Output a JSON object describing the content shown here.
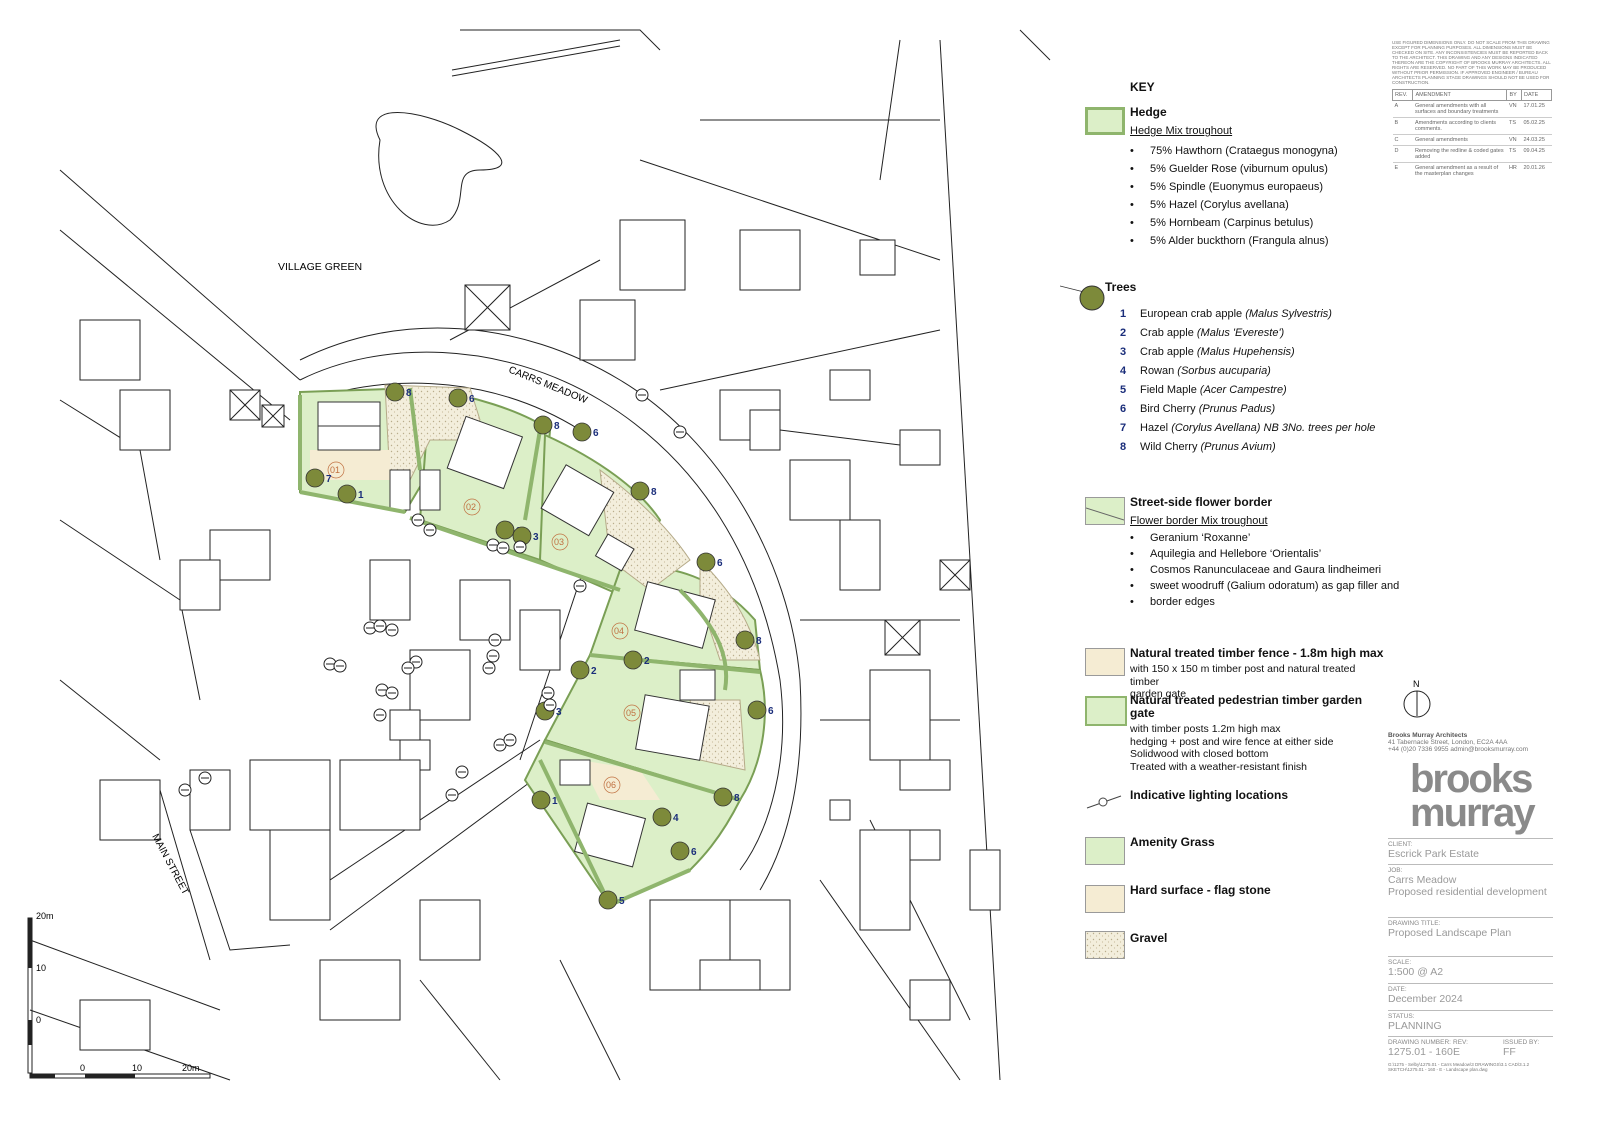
{
  "map": {
    "village_green": "VILLAGE GREEN",
    "carrs_meadow": "CARRS MEADOW",
    "main_street": "MAIN STREET",
    "scale_v": [
      "20m",
      "10",
      "0"
    ],
    "scale_h": [
      "0",
      "10",
      "20m"
    ],
    "plots": [
      "01",
      "02",
      "03",
      "04",
      "05",
      "06"
    ],
    "tree_labels": [
      "8",
      "6",
      "8",
      "6",
      "8",
      "7",
      "1",
      "2",
      "3",
      "6",
      "8",
      "2",
      "2",
      "3",
      "6",
      "1",
      "4",
      "6",
      "5"
    ]
  },
  "key": {
    "title": "KEY",
    "hedge": {
      "heading": "Hedge",
      "mix": "Hedge Mix troughout",
      "items": [
        "75% Hawthorn (Crataegus monogyna)",
        "5% Guelder Rose (viburnum opulus)",
        "5% Spindle (Euonymus europaeus)",
        "5% Hazel (Corylus avellana)",
        "5% Hornbeam (Carpinus betulus)",
        "5% Alder buckthorn (Frangula alnus)"
      ]
    },
    "trees": {
      "heading": "Trees",
      "items": [
        {
          "n": "1",
          "name": "European crab apple ",
          "latin": "(Malus Sylvestris)"
        },
        {
          "n": "2",
          "name": "Crab apple ",
          "latin": "(Malus 'Evereste')"
        },
        {
          "n": "3",
          "name": "Crab apple ",
          "latin": "(Malus Hupehensis)"
        },
        {
          "n": "4",
          "name": "Rowan ",
          "latin": "(Sorbus aucuparia)"
        },
        {
          "n": "5",
          "name": "Field Maple ",
          "latin": "(Acer Campestre)"
        },
        {
          "n": "6",
          "name": "Bird Cherry ",
          "latin": "(Prunus Padus)"
        },
        {
          "n": "7",
          "name": "Hazel ",
          "latin": "(Corylus Avellana) NB 3No. trees per hole"
        },
        {
          "n": "8",
          "name": "Wild Cherry ",
          "latin": "(Prunus Avium)"
        }
      ]
    },
    "flower": {
      "heading": "Street-side flower border",
      "mix": "Flower border Mix troughout",
      "items": [
        "Geranium ‘Roxanne’",
        "Aquilegia and Hellebore ‘Orientalis’",
        "Cosmos Ranunculaceae and Gaura lindheimeri",
        "sweet woodruff (Galium odoratum) as gap filler and",
        "border edges"
      ]
    },
    "fence": {
      "heading": "Natural treated timber fence - 1.8m high max",
      "desc": [
        "with 150 x 150 m timber post and  natural treated timber",
        "garden gate"
      ]
    },
    "gate": {
      "heading": [
        "Natural treated pedestrian timber garden",
        "gate"
      ],
      "desc": [
        "with timber posts 1.2m high max",
        "hedging + post and wire fence at either side",
        "Solidwood with closed bottom",
        "Treated with a weather-resistant finish"
      ]
    },
    "lighting": "Indicative lighting locations",
    "grass": "Amenity Grass",
    "hard": "Hard surface - flag stone",
    "gravel": "Gravel"
  },
  "titleblock": {
    "notes": "USE FIGURED DIMENSIONS ONLY. DO NOT SCALE FROM THIS DRAWING EXCEPT FOR PLANNING PURPOSES. ALL DIMENSIONS MUST BE CHECKED ON SITE. ANY INCONSISTENCIES MUST BE REPORTED BACK TO THE ARCHITECT. THIS DRAWING AND ANY DESIGNS INDICATED THEREON ARE THE COPYRIGHT OF BROOKS MURRAY ARCHITECTS. ALL RIGHTS ARE RESERVED. NO PART OF THIS WORK MAY BE PRODUCED WITHOUT PRIOR PERMISSION. IF APPROVED ENGINEER / BUREAU ARCHITECTS PLANNING STAGE DRAWINGS SHOULD NOT BE USED FOR CONSTRUCTION.",
    "rev_header": [
      "REV.",
      "AMENDMENT",
      "BY",
      "DATE"
    ],
    "revisions": [
      [
        "A",
        "General amendments with all surfaces and boundary treatments",
        "VN",
        "17.01.25"
      ],
      [
        "B",
        "Amendments according to clients comments.",
        "TS",
        "05.02.25"
      ],
      [
        "C",
        "General amendments",
        "VN",
        "24.03.25"
      ],
      [
        "D",
        "Removing the redline & coded gates added",
        "TS",
        "09.04.25"
      ],
      [
        "E",
        "General amendment as a result of the masterplan changes",
        "HR",
        "20.01.26"
      ]
    ],
    "north": "N",
    "firm_name": "Brooks Murray Architects",
    "firm_address": "41 Tabernacle Street, London, EC2A 4AA",
    "firm_contact": "+44 (0)20 7336 9955   admin@brooksmurray.com",
    "logo_top": "brooks",
    "logo_bottom": "murray",
    "client_label": "CLIENT:",
    "client": "Escrick Park Estate",
    "job_label": "JOB:",
    "job": [
      "Carrs Meadow",
      "Proposed residential development"
    ],
    "title_label": "DRAWING TITLE:",
    "title": "Proposed Landscape Plan",
    "scale_label": "SCALE:",
    "scale": "1:500 @ A2",
    "date_label": "DATE:",
    "date": "December 2024",
    "status_label": "STATUS:",
    "status": "PLANNING",
    "num_label": "DRAWING NUMBER:",
    "number": "1275.01 - 160",
    "rev_label": "REV:",
    "rev": "E",
    "issued_label": "ISSUED BY:",
    "issued": "FF",
    "path": "G:\\1275 - Selby\\1275.01 - Carrs Meadow\\3 DRAWINGS\\3.1 CAD\\3.1.2 SKETCH\\1275.01 - 160 - E - Landscape plan.dwg"
  },
  "colors": {
    "grass": "#dcefc8",
    "hedge": "#a9c78a",
    "tree": "#7d8a3a",
    "paving": "#f5ecd3",
    "number_blue": "#1a2d7a"
  }
}
